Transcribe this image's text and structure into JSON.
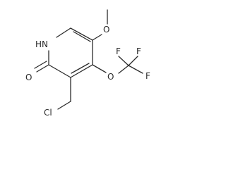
{
  "molecule": {
    "atoms": {
      "nh": "HN",
      "carbonyl_o": "O",
      "methoxy_o": "O",
      "ether_o": "O",
      "chlorine": "Cl",
      "fluorine_top_left": "F",
      "fluorine_top_right": "F",
      "fluorine_right": "F"
    }
  },
  "colors": {
    "ink": "#2b2b2b",
    "background": "#ffffff"
  }
}
